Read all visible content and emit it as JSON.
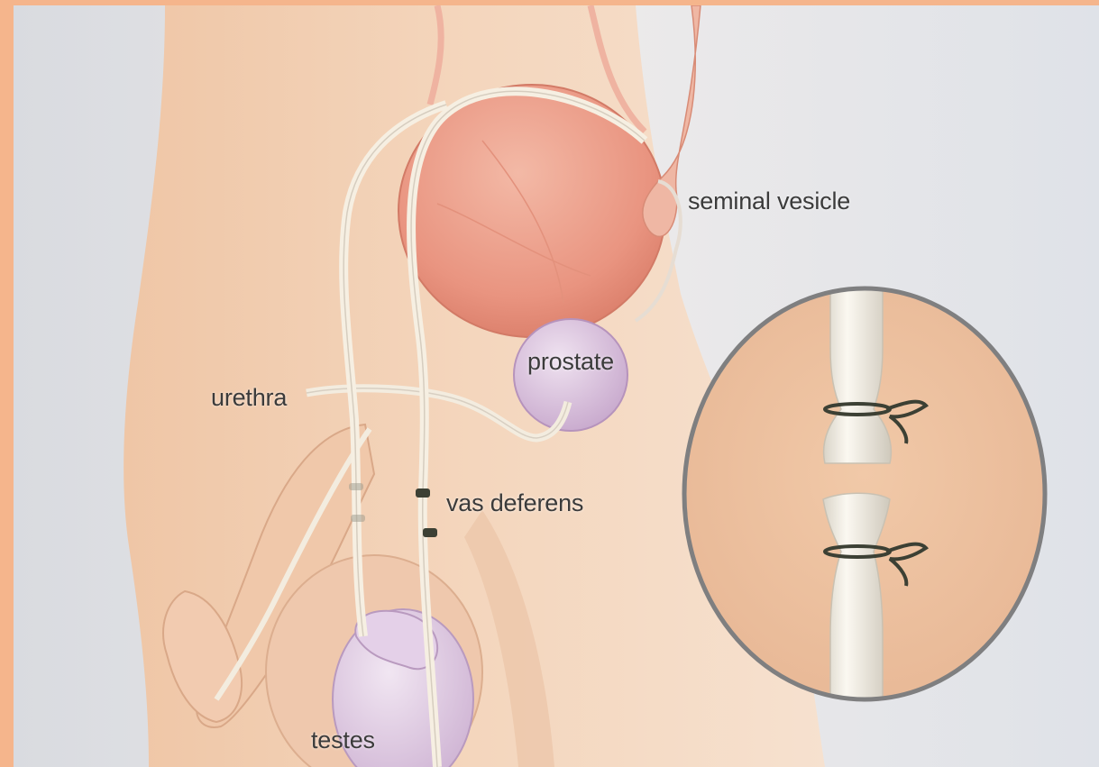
{
  "labels": {
    "seminal_vesicle": "seminal vesicle",
    "prostate": "prostate",
    "urethra": "urethra",
    "vas_deferens": "vas deferens",
    "testes": "testes"
  },
  "colors": {
    "frame": "#f5b58c",
    "skin": "#f2cfb2",
    "bladder": "#ec9e8a",
    "prostate": "#ddc6e0",
    "duct": "#f4ead9",
    "clip": "#3c4034",
    "inset_bg": "#efc3a1"
  }
}
